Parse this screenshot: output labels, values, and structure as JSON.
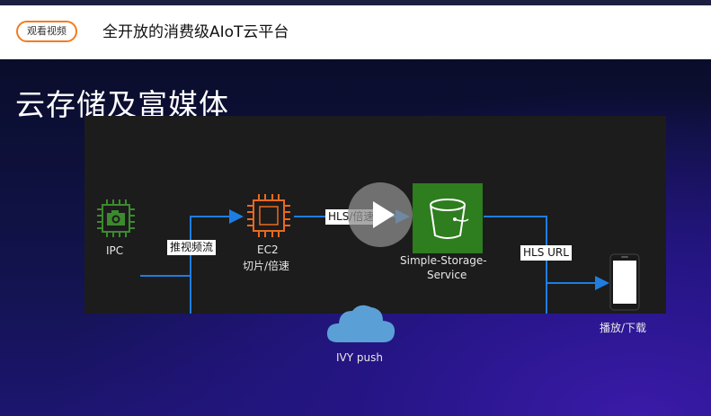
{
  "header": {
    "watch_button": "观看视频",
    "title": "全开放的消费级AIoT云平台"
  },
  "slide": {
    "title": "云存储及富媒体"
  },
  "diagram": {
    "ipc_label": "IPC",
    "ec2_label": "EC2",
    "ec2_sub": "切片/倍速",
    "push_tag": "推视频流",
    "hls_tag": "HLS/倍速",
    "s3_line1": "Simple-Storage-",
    "s3_line2": "Service",
    "hls_url_tag": "HLS URL",
    "ivy_label": "IVY push",
    "phone_label": "播放/下载"
  },
  "colors": {
    "accent_orange": "#f47b20",
    "arrow_blue": "#1f7de0",
    "ipc_green": "#3c8a2e",
    "s3_green": "#2e7d1f",
    "cloud_blue": "#5aa0d6"
  },
  "icons": {
    "play": "play-icon",
    "camera": "camera-icon",
    "chip": "chip-icon",
    "bucket": "bucket-icon",
    "cloud": "cloud-icon",
    "phone": "phone-icon"
  }
}
